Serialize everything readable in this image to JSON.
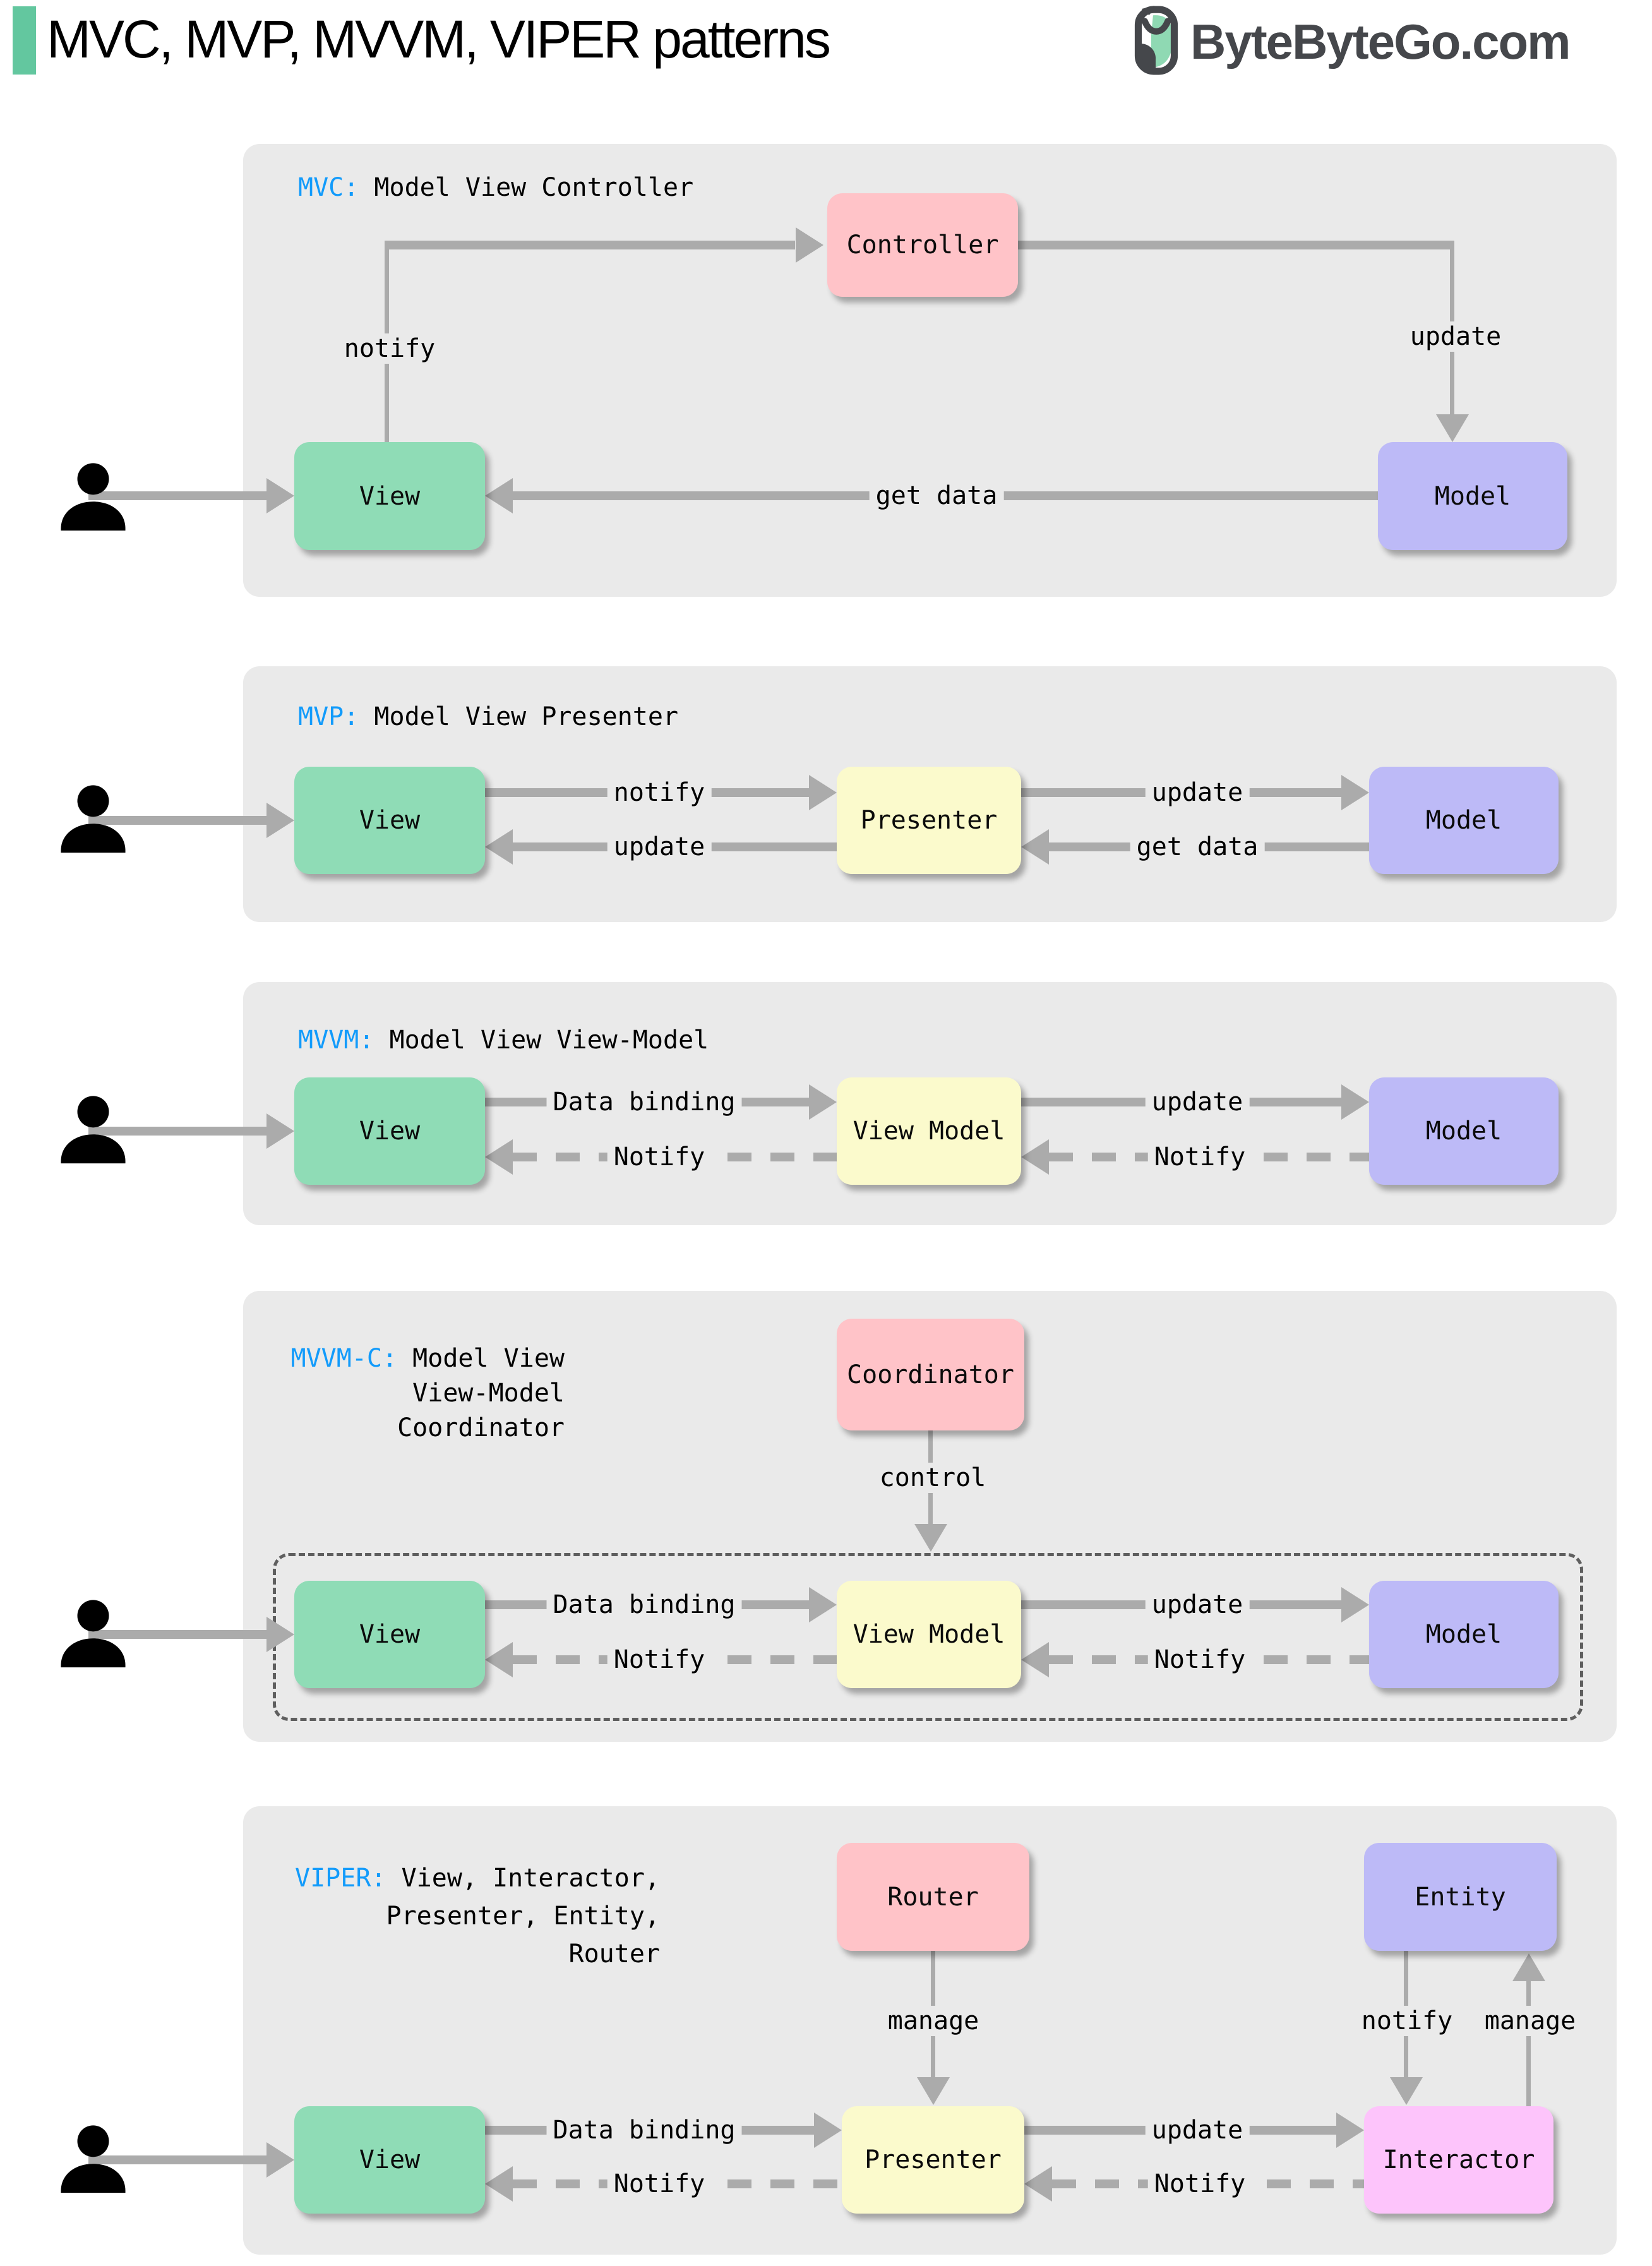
{
  "header": {
    "title": "MVC, MVP, MVVM, VIPER patterns",
    "brand": "ByteByteGo.com"
  },
  "colors": {
    "accent_green": "#63C79F",
    "panel_bg": "#EAEAEA",
    "abbr_blue": "#129BFB",
    "arrow_gray": "#ABABAB",
    "box_green": "#8FDCB6",
    "box_yellow": "#FBFACC",
    "box_purple": "#BDBAF7",
    "box_pink": "#FFC3C8",
    "box_magenta": "#FDC4FB",
    "brand_dark": "#45474B"
  },
  "mvc": {
    "abbr": "MVC:",
    "name": "Model View Controller",
    "boxes": {
      "controller": "Controller",
      "view": "View",
      "model": "Model"
    },
    "labels": {
      "notify": "notify",
      "update": "update",
      "get_data": "get data"
    }
  },
  "mvp": {
    "abbr": "MVP:",
    "name": "Model View Presenter",
    "boxes": {
      "view": "View",
      "presenter": "Presenter",
      "model": "Model"
    },
    "labels": {
      "notify": "notify",
      "update_view": "update",
      "update_model": "update",
      "get_data": "get data"
    }
  },
  "mvvm": {
    "abbr": "MVVM:",
    "name": "Model View View-Model",
    "boxes": {
      "view": "View",
      "view_model": "View Model",
      "model": "Model"
    },
    "labels": {
      "data_binding": "Data binding",
      "notify_view": "Notify",
      "update": "update",
      "notify_vm": "Notify"
    }
  },
  "mvvmc": {
    "abbr": "MVVM-C:",
    "name_lines": [
      "Model View",
      "View-Model",
      "Coordinator"
    ],
    "boxes": {
      "coordinator": "Coordinator",
      "view": "View",
      "view_model": "View Model",
      "model": "Model"
    },
    "labels": {
      "control": "control",
      "data_binding": "Data binding",
      "notify_view": "Notify",
      "update": "update",
      "notify_vm": "Notify"
    }
  },
  "viper": {
    "abbr": "VIPER:",
    "name_lines": [
      "View, Interactor,",
      "Presenter, Entity,",
      "Router"
    ],
    "boxes": {
      "router": "Router",
      "entity": "Entity",
      "view": "View",
      "presenter": "Presenter",
      "interactor": "Interactor"
    },
    "labels": {
      "manage_router": "manage",
      "notify_entity": "notify",
      "manage_entity": "manage",
      "data_binding": "Data binding",
      "notify_view": "Notify",
      "update": "update",
      "notify_presenter": "Notify"
    }
  }
}
